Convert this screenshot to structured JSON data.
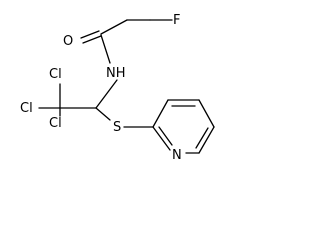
{
  "molecule": {
    "atoms": {
      "f": "F",
      "o": "O",
      "nh": "NH",
      "cl_top": "Cl",
      "cl_left": "Cl",
      "cl_bottom": "Cl",
      "s": "S",
      "n_ring": "N"
    }
  }
}
